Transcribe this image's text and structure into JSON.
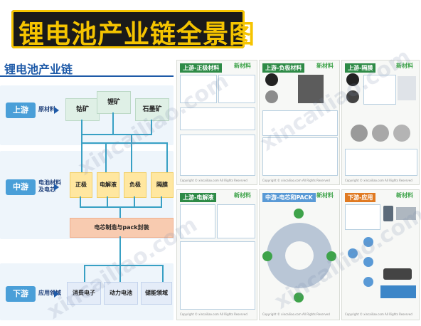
{
  "banner": {
    "title": "锂电池产业链全景图"
  },
  "left": {
    "section_title": "锂电池产业链",
    "stages": [
      {
        "label": "上游",
        "note": "原材料",
        "color": "#4a9fd8"
      },
      {
        "label": "中游",
        "note": "电池材料及电芯",
        "color": "#4a9fd8"
      },
      {
        "label": "下游",
        "note": "应用领域",
        "color": "#4a9fd8"
      }
    ],
    "upstream_items": [
      "钴矿",
      "锂矿",
      "石墨矿"
    ],
    "midstream_items": [
      "正极",
      "电解液",
      "负极",
      "隔膜"
    ],
    "pack_label": "电芯制造与pack封装",
    "downstream_items": [
      "消费电子",
      "动力电池",
      "储能领域"
    ]
  },
  "panels": [
    {
      "title": "上游-正极材料",
      "color": "#2e8b47"
    },
    {
      "title": "上游-负极材料",
      "color": "#2e8b47"
    },
    {
      "title": "上游-隔膜",
      "color": "#2e8b47"
    },
    {
      "title": "上游-电解液",
      "color": "#2e8b47"
    },
    {
      "title": "中游-电芯和PACK",
      "color": "#5a9ad6"
    },
    {
      "title": "下游-应用",
      "color": "#e07a22"
    }
  ],
  "panel_logo": "新材料",
  "panel_copyright": "Copyright © xincailiao.com All Rights Reserved",
  "watermarks": [
    "xincailiao.com",
    "xincailiao.com",
    "xincailiao.com",
    "xincailiao.com"
  ],
  "colors": {
    "accent_yellow": "#f5c400",
    "banner_black": "#1a1a1a",
    "blue": "#1e5aa8",
    "flow_line": "#38a0c4"
  }
}
